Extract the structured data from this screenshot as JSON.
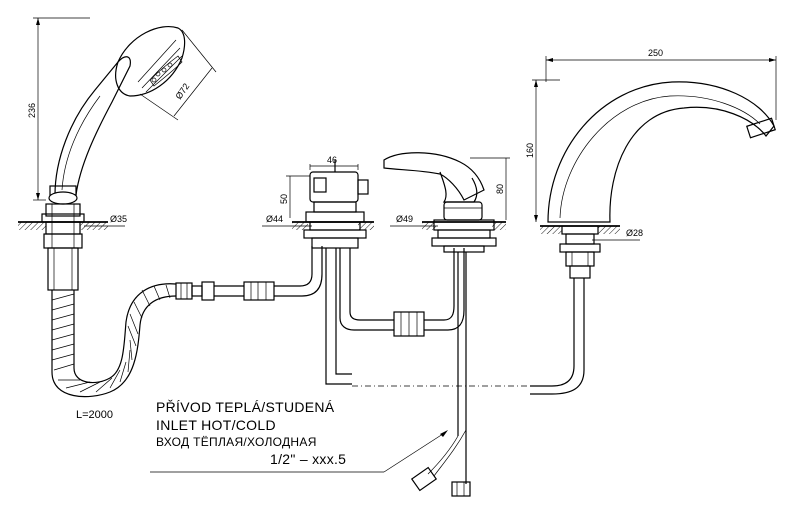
{
  "dimensions": {
    "shower_height": "236",
    "shower_head_diameter": "Ø72",
    "shower_hole": "Ø35",
    "hose_length": "L=2000",
    "valve_width": "46",
    "valve_height": "50",
    "valve_hole": "Ø44",
    "mixer_hole": "Ø49",
    "mixer_height": "80",
    "spout_reach": "250",
    "spout_height": "160",
    "spout_hole": "Ø28"
  },
  "notes": {
    "line_cz": "PŘÍVOD TEPLÁ/STUDENÁ",
    "line_en": "INLET HOT/COLD",
    "line_ru": "ВХОД ТЁПЛАЯ/ХОЛОДНАЯ",
    "thread": "1/2\" – xxx.5"
  }
}
